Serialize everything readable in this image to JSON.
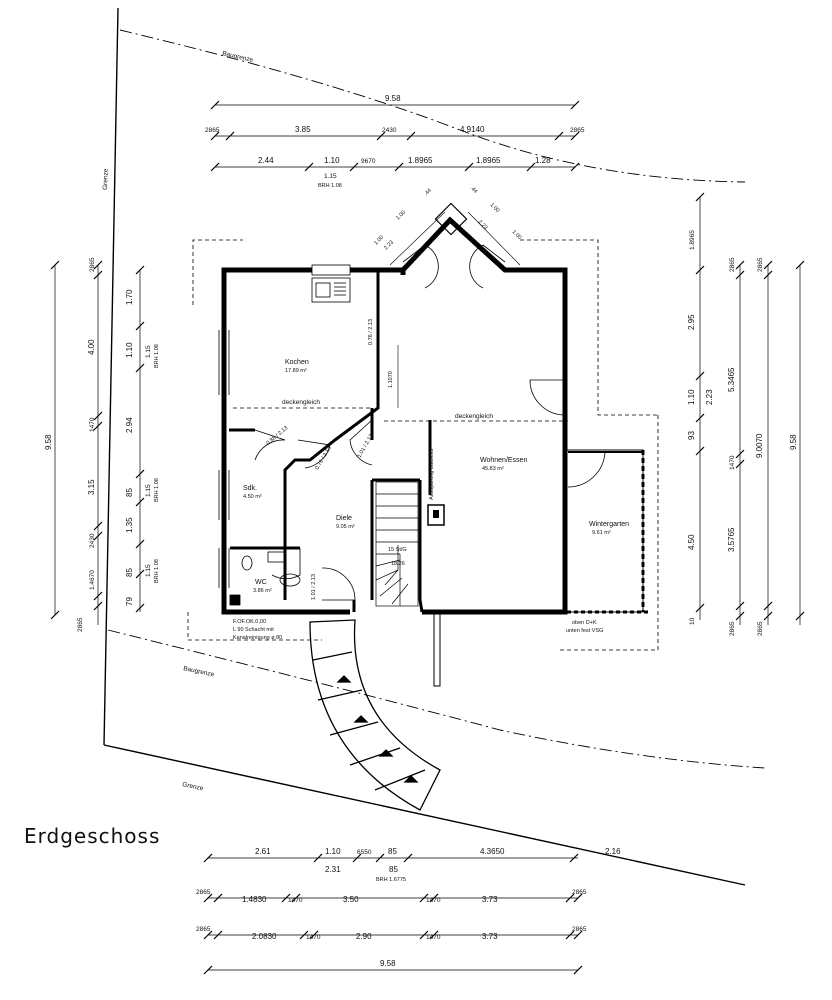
{
  "title": "Erdgeschoss",
  "labels": {
    "baugrenze_top": "Baugrenze",
    "baugrenze_bottom": "Baugrenze",
    "grenze_left": "Grenze",
    "grenze_bottom": "Grenze",
    "deckengleich_left": "deckengleich",
    "deckengleich_right": "deckengleich",
    "aussparung": "Aussparung bauseits",
    "fundament_1": "F.OF.OK.0,00",
    "fundament_2": "L 90 Schacht mit",
    "fundament_3": "Kanalreinigung ø 80",
    "wg_note_1": "oben D+K",
    "wg_note_2": "unten fest VSG",
    "stair_1": "15 St/G",
    "stair_2": "18/26",
    "brh_top": "BRH 1.08"
  },
  "rooms": [
    {
      "name": "Kochen",
      "area": "17.89 m²"
    },
    {
      "name": "Wohnen/Essen",
      "area": "45.83 m²"
    },
    {
      "name": "Sdk.",
      "area": "4.50 m²"
    },
    {
      "name": "Diele",
      "area": "9.05 m²"
    },
    {
      "name": "WC",
      "area": "3.86 m²"
    },
    {
      "name": "Wintergarten",
      "area": "9.61 m²"
    }
  ],
  "dims": {
    "top_total": "9.58",
    "top_r2": [
      "2865",
      "3.85",
      "2430",
      "4.9140",
      "2865"
    ],
    "top_r3": [
      "2.44",
      "1.10",
      "9670",
      "1.8965",
      "1.8965",
      "1.28"
    ],
    "top_r3_sub": [
      "1.15",
      "BRH 1.08"
    ],
    "diag": [
      "1.00",
      "2.23",
      "1.00",
      ".44",
      ".44",
      "1.00",
      "2.23",
      "1.00"
    ],
    "bottom_r1": [
      "2.61",
      "1.10",
      "6550",
      "85",
      "4.3650",
      "2.16"
    ],
    "bottom_r1_sub": [
      "2.31",
      "85",
      "BRH 1.6775"
    ],
    "bottom_r2": [
      "2865",
      "1.4830",
      "1470",
      "3.50",
      "1470",
      "3.73",
      "2865"
    ],
    "bottom_r3": [
      "2865",
      "2.0830",
      "1470",
      "2.90",
      "1470",
      "3.73",
      "2865"
    ],
    "bottom_total": "9.58",
    "left_total": "9.58",
    "left_c2": [
      "2865",
      "4.00",
      "1470",
      "3.15",
      "2430",
      "1.4670",
      "2865"
    ],
    "left_c3": [
      "1.70",
      "1.10",
      "2.94",
      "85",
      "1.35",
      "85",
      "79"
    ],
    "left_c3_sub": [
      "1.15",
      "BRH 1.08",
      "1.15",
      "BRH 1.08",
      "1.15",
      "BRH 1.08"
    ],
    "right_total": "9.58",
    "right_c1": [
      "1.8965",
      "2.95",
      "1.10",
      "93",
      "4.50",
      "10"
    ],
    "right_c2": [
      "2865",
      "5.3465",
      "1470",
      "3.5765",
      "2865"
    ],
    "right_c2_sub": [
      "2.23"
    ],
    "right_c3": [
      "2865",
      "9.0070",
      "2865"
    ],
    "kochen_vert": "1.1070",
    "door_labels": [
      "1.01 / 2.13",
      "0.76 / 2.13",
      "0.88 / 2.13",
      "0.76 / 2.13",
      "1.01 / 2.13"
    ]
  }
}
